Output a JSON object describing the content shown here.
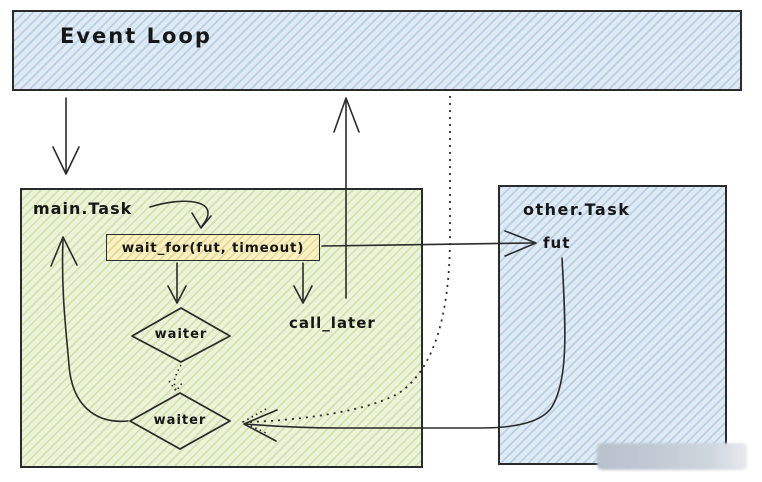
{
  "diagram": {
    "event_loop": {
      "label": "Event Loop"
    },
    "main_task": {
      "label": "main.Task",
      "wait_for": "wait_for(fut, timeout)",
      "waiter_top": "waiter",
      "waiter_bottom": "waiter",
      "call_later": "call_later"
    },
    "other_task": {
      "label": "other.Task",
      "fut": "fut"
    },
    "colors": {
      "ink": "#2b2b2b",
      "blue_fill": "#dfeaf4",
      "blue_stripe": "#b7d1e5",
      "green_fill": "#edf3da",
      "green_stripe": "#d2e2ac",
      "yellow_fill": "#f8f1c6",
      "yellow_stripe": "#e7d88f"
    }
  }
}
